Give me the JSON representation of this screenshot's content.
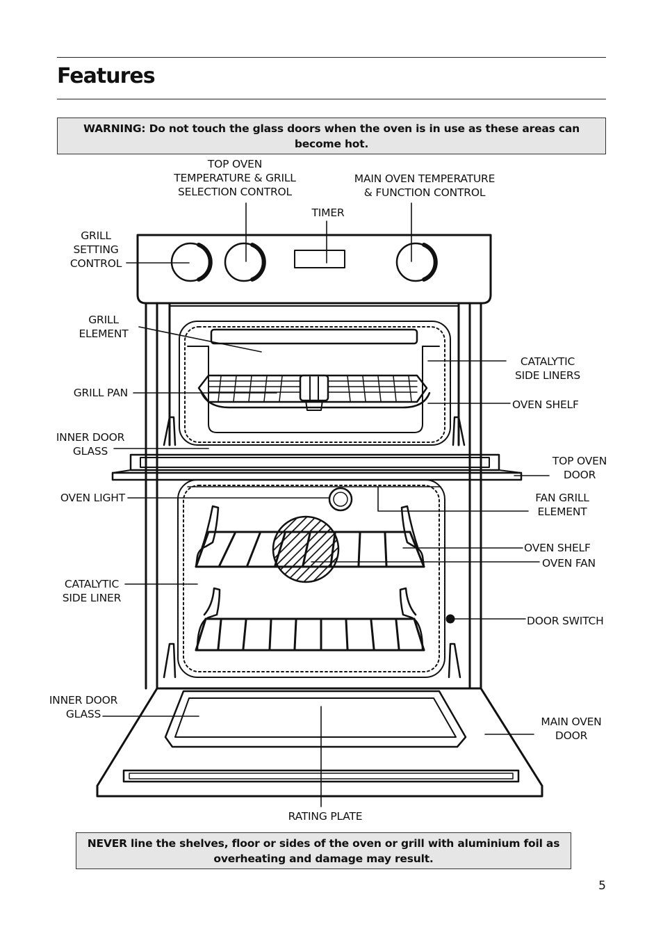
{
  "page": {
    "title": "Features",
    "page_number": "5"
  },
  "warnings": {
    "top": "WARNING: Do not touch the glass doors when the oven is in use as these areas can become hot.",
    "bottom": "NEVER line the shelves, floor or sides of the oven or grill with aluminium foil as overheating and damage may result."
  },
  "labels": {
    "top_oven_control": "TOP OVEN\nTEMPERATURE & GRILL\nSELECTION CONTROL",
    "main_oven_control": "MAIN OVEN TEMPERATURE\n& FUNCTION CONTROL",
    "timer": "TIMER",
    "grill_setting_control": "GRILL\nSETTING\nCONTROL",
    "grill_element": "GRILL\nELEMENT",
    "catalytic_side_liners": "CATALYTIC\nSIDE LINERS",
    "grill_pan": "GRILL PAN",
    "oven_shelf_top": "OVEN SHELF",
    "inner_door_glass_top": "INNER DOOR\nGLASS",
    "top_oven_door": "TOP OVEN\nDOOR",
    "oven_light": "OVEN LIGHT",
    "fan_grill_element": "FAN GRILL\nELEMENT",
    "oven_shelf_main": "OVEN SHELF",
    "oven_fan": "OVEN FAN",
    "catalytic_side_liner": "CATALYTIC\nSIDE LINER",
    "door_switch": "DOOR SWITCH",
    "inner_door_glass_main": "INNER DOOR\nGLASS",
    "main_oven_door": "MAIN OVEN\nDOOR",
    "rating_plate": "RATING PLATE"
  }
}
